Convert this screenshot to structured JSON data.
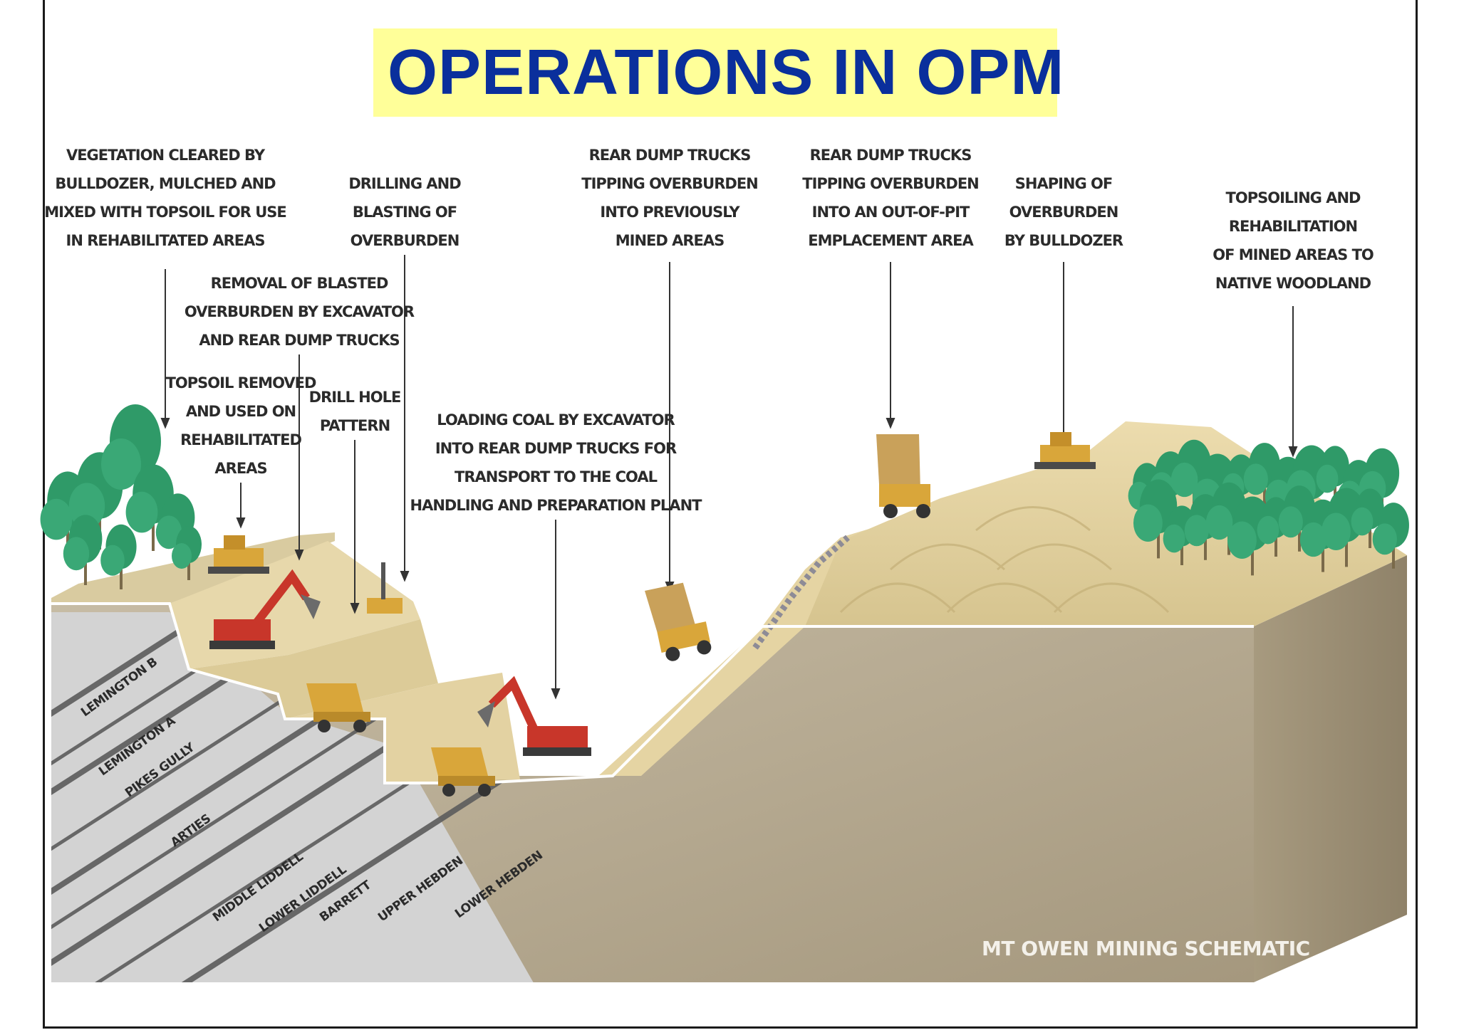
{
  "title": "OPERATIONS IN OPM",
  "stage_labels": [
    {
      "id": "vegetation",
      "lines": [
        "VEGETATION CLEARED BY",
        "BULLDOZER, MULCHED AND",
        "MIXED WITH TOPSOIL FOR USE",
        "IN REHABILITATED AREAS"
      ]
    },
    {
      "id": "drilling-blasting",
      "lines": [
        "DRILLING AND",
        "BLASTING OF",
        "OVERBURDEN"
      ]
    },
    {
      "id": "removal",
      "lines": [
        "REMOVAL OF BLASTED",
        "OVERBURDEN BY EXCAVATOR",
        "AND REAR DUMP TRUCKS"
      ]
    },
    {
      "id": "topsoil-removed",
      "lines": [
        "TOPSOIL REMOVED",
        "AND USED ON",
        "REHABILITATED",
        "AREAS"
      ]
    },
    {
      "id": "drill-hole",
      "lines": [
        "DRILL HOLE",
        "PATTERN"
      ]
    },
    {
      "id": "loading-coal",
      "lines": [
        "LOADING COAL BY EXCAVATOR",
        "INTO REAR DUMP TRUCKS FOR",
        "TRANSPORT TO THE COAL",
        "HANDLING AND PREPARATION PLANT"
      ]
    },
    {
      "id": "tipping-mined",
      "lines": [
        "REAR DUMP TRUCKS",
        "TIPPING OVERBURDEN",
        "INTO PREVIOUSLY",
        "MINED AREAS"
      ]
    },
    {
      "id": "tipping-out-of-pit",
      "lines": [
        "REAR DUMP TRUCKS",
        "TIPPING OVERBURDEN",
        "INTO AN OUT-OF-PIT",
        "EMPLACEMENT AREA"
      ]
    },
    {
      "id": "shaping",
      "lines": [
        "SHAPING OF",
        "OVERBURDEN",
        "BY BULLDOZER"
      ]
    },
    {
      "id": "topsoiling",
      "lines": [
        "TOPSOILING AND",
        "REHABILITATION",
        "OF MINED AREAS TO",
        "NATIVE WOODLAND"
      ]
    }
  ],
  "seams": [
    "LEMINGTON B",
    "LEMINGTON A",
    "PIKES GULLY",
    "ARTIES",
    "MIDDLE LIDDELL",
    "LOWER LIDDELL",
    "BARRETT",
    "UPPER HEBDEN",
    "LOWER HEBDEN"
  ],
  "footer": "MT OWEN MINING SCHEMATIC",
  "colors": {
    "title_text": "#0a2f9c",
    "title_bg": "#ffff99",
    "overburden": "#e3d2a2",
    "strata_light": "#d2d2d2",
    "seam_dark": "#5c5c5c",
    "ground_section": "#b3a78f",
    "vegetation": "#2f9a68",
    "excavator": "#c8362a",
    "truck": "#d9a63a"
  },
  "icons": [
    "tree-icon",
    "bulldozer-icon",
    "excavator-icon",
    "dump-truck-icon",
    "drill-rig-icon"
  ]
}
